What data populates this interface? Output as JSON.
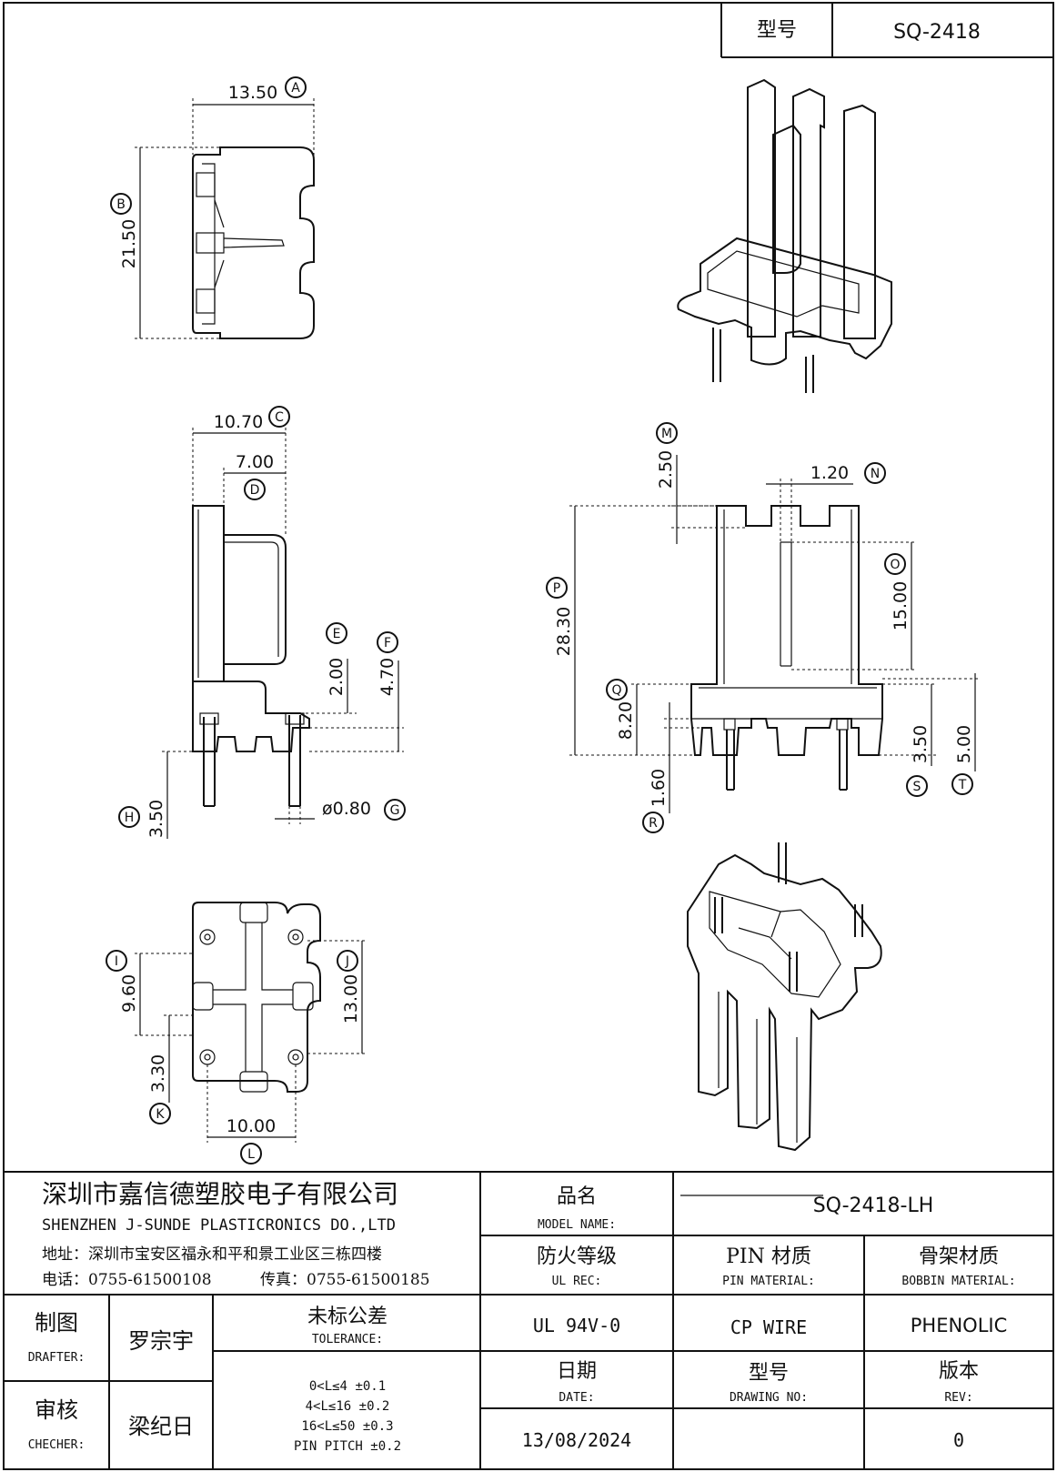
{
  "header": {
    "model_label": "型号",
    "model_value": "SQ-2418"
  },
  "views": {
    "top": {
      "width": {
        "value": "13.50",
        "tag": "A"
      },
      "height": {
        "value": "21.50",
        "tag": "B"
      }
    },
    "side": {
      "total_depth": {
        "value": "10.70",
        "tag": "C"
      },
      "flange_depth": {
        "value": "7.00",
        "tag": "D"
      },
      "E": {
        "value": "2.00",
        "tag": "E"
      },
      "F": {
        "value": "4.70",
        "tag": "F"
      },
      "pin_dia": {
        "value": "ø0.80",
        "tag": "G"
      },
      "pin_len": {
        "value": "3.50",
        "tag": "H"
      }
    },
    "bottom": {
      "I": {
        "value": "9.60",
        "tag": "I"
      },
      "J": {
        "value": "13.00",
        "tag": "J"
      },
      "K": {
        "value": "3.30",
        "tag": "K"
      },
      "L": {
        "value": "10.00",
        "tag": "L"
      }
    },
    "front": {
      "M": {
        "value": "2.50",
        "tag": "M"
      },
      "N": {
        "value": "1.20",
        "tag": "N"
      },
      "O": {
        "value": "15.00",
        "tag": "O"
      },
      "P": {
        "value": "28.30",
        "tag": "P"
      },
      "Q": {
        "value": "8.20",
        "tag": "Q"
      },
      "R": {
        "value": "1.60",
        "tag": "R"
      },
      "S": {
        "value": "3.50",
        "tag": "S"
      },
      "T": {
        "value": "5.00",
        "tag": "T"
      }
    }
  },
  "title_block": {
    "company_cn": "深圳市嘉信德塑胶电子有限公司",
    "company_en": "SHENZHEN J-SUNDE PLASTICRONICS DO.,LTD",
    "address": "地址：深圳市宝安区福永和平和景工业区三栋四楼",
    "phone": "电话：0755-61500108",
    "fax": "传真：0755-61500185",
    "product_name_cn": "品名",
    "product_name_en": "MODEL NAME:",
    "product_name_value": "SQ-2418-LH",
    "ul_cn": "防火等级",
    "ul_en": "UL REC:",
    "ul_value": "UL 94V-0",
    "pin_cn": "PIN 材质",
    "pin_en": "PIN MATERIAL:",
    "pin_value": "CP WIRE",
    "bobbin_cn": "骨架材质",
    "bobbin_en": "BOBBIN MATERIAL:",
    "bobbin_value": "PHENOLIC",
    "drafter_cn": "制图",
    "drafter_en": "DRAFTER:",
    "drafter_value": "罗宗宇",
    "checker_cn": "审核",
    "checker_en": "CHECHER:",
    "checker_value": "梁纪日",
    "tolerance_cn": "未标公差",
    "tolerance_en": "TOLERANCE:",
    "tolerance_rows": [
      {
        "range": "0<L≤4",
        "tol": "±0.1"
      },
      {
        "range": "4<L≤16",
        "tol": "±0.2"
      },
      {
        "range": "16<L≤50",
        "tol": "±0.3"
      },
      {
        "range": "PIN PITCH",
        "tol": "±0.2"
      }
    ],
    "date_cn": "日期",
    "date_en": "DATE:",
    "date_value": "13/08/2024",
    "drawing_cn": "型号",
    "drawing_en": "DRAWING NO:",
    "drawing_value": "",
    "rev_cn": "版本",
    "rev_en": "REV:",
    "rev_value": "0"
  }
}
